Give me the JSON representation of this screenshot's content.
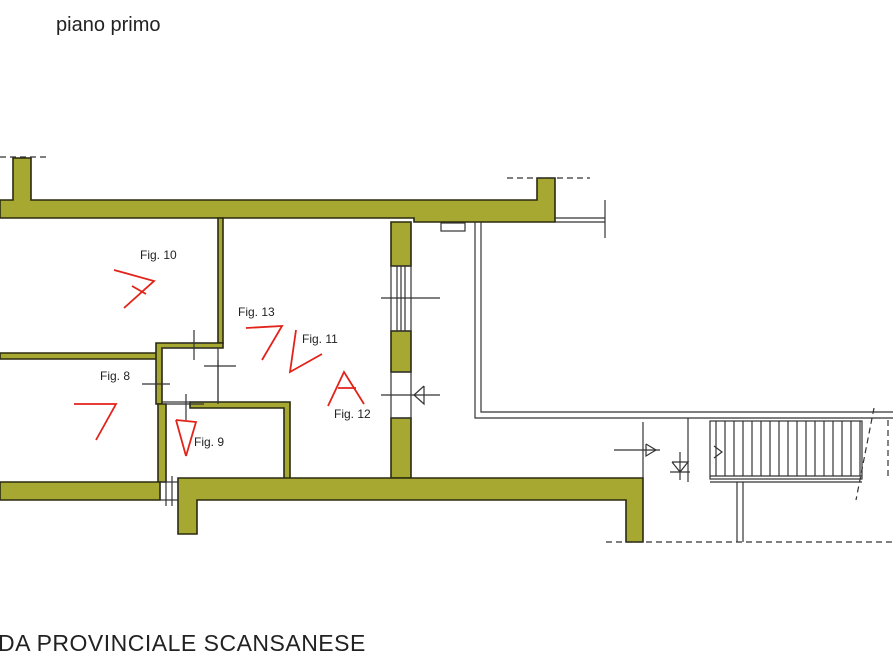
{
  "floor_title": "piano primo",
  "street_name": "DA PROVINCIALE SCANSANESE",
  "colors": {
    "wall_fill": "#a6a831",
    "wall_stroke": "#2a2a10",
    "camera_marks": "#e2231a",
    "line": "#333333"
  },
  "figures": [
    {
      "id": "fig10",
      "label": "Fig. 10"
    },
    {
      "id": "fig13",
      "label": "Fig. 13"
    },
    {
      "id": "fig11",
      "label": "Fig. 11"
    },
    {
      "id": "fig8",
      "label": "Fig. 8"
    },
    {
      "id": "fig9",
      "label": "Fig. 9"
    },
    {
      "id": "fig12",
      "label": "Fig. 12"
    }
  ]
}
